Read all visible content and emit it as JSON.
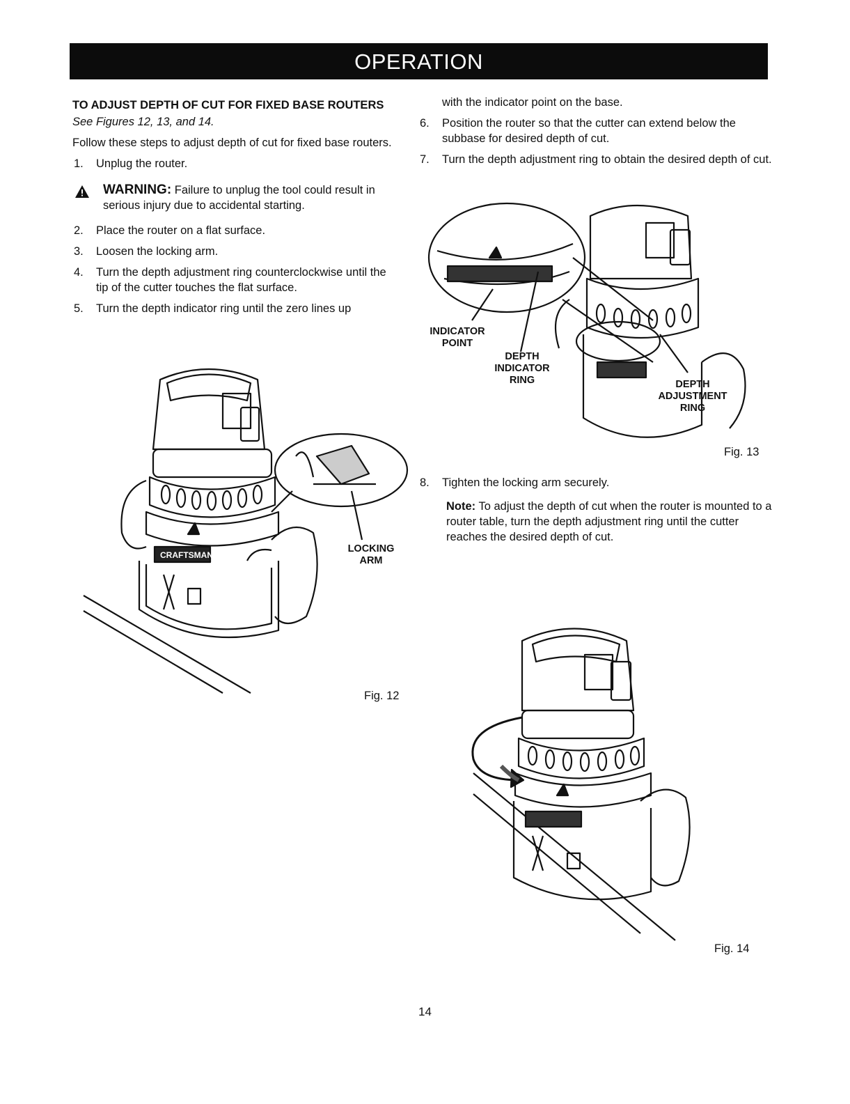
{
  "header": {
    "title": "OPERATION"
  },
  "section": {
    "heading": "TO ADJUST DEPTH OF CUT FOR FIXED BASE ROUTERS",
    "see_figures": "See Figures 12, 13, and 14.",
    "intro": "Follow these steps to adjust depth of cut for fixed base routers.",
    "warning_label": "WARNING:",
    "warning_text": "Failure to unplug the tool could result in serious injury due to accidental starting.",
    "steps": [
      {
        "num": "1.",
        "text": "Unplug the router."
      },
      {
        "num": "2.",
        "text": "Place the router on a flat surface."
      },
      {
        "num": "3.",
        "text": "Loosen the locking arm."
      },
      {
        "num": "4.",
        "text": "Turn the depth adjustment ring counterclockwise until the tip of the cutter touches the flat surface."
      },
      {
        "num": "5.",
        "text": "Turn the depth indicator ring until the zero lines up"
      },
      {
        "num": "",
        "text": "with the indicator point on the base."
      },
      {
        "num": "6.",
        "text": "Position the router so that the cutter can extend below the subbase for desired depth of cut."
      },
      {
        "num": "7.",
        "text": "Turn the depth adjustment ring to obtain the desired depth of cut."
      },
      {
        "num": "8.",
        "text": "Tighten the locking arm securely."
      }
    ],
    "note_label": "Note:",
    "note_text": "To adjust the depth of cut when the router is mounted to a router table, turn the depth adjustment ring until the cutter reaches the desired depth of cut."
  },
  "figures": {
    "fig12": {
      "caption": "Fig. 12",
      "callout_locking_arm": "LOCKING\nARM",
      "brand_text": "CRAFTSMAN"
    },
    "fig13": {
      "caption": "Fig. 13",
      "callout_indicator_point": "INDICATOR\nPOINT",
      "callout_depth_indicator_ring": "DEPTH\nINDICATOR\nRING",
      "callout_depth_adjustment_ring": "DEPTH\nADJUSTMENT\nRING"
    },
    "fig14": {
      "caption": "Fig. 14"
    }
  },
  "footer": {
    "page_number": "14"
  }
}
